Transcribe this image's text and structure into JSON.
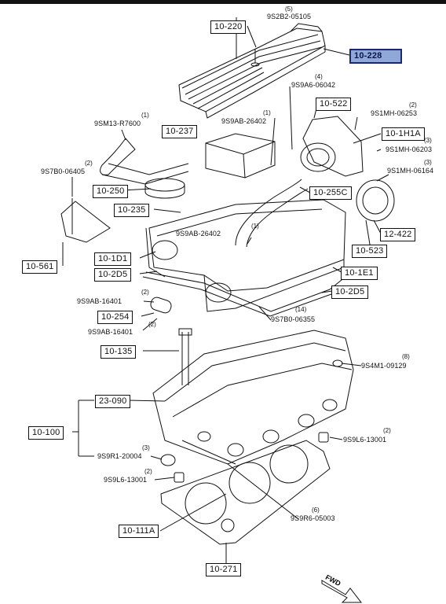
{
  "ref_boxes": [
    {
      "id": "10-220",
      "text": "10-220"
    },
    {
      "id": "10-228",
      "text": "10-228"
    },
    {
      "id": "10-522",
      "text": "10-522"
    },
    {
      "id": "10-1H1A",
      "text": "10-1H1A"
    },
    {
      "id": "10-237",
      "text": "10-237"
    },
    {
      "id": "10-250",
      "text": "10-250"
    },
    {
      "id": "10-255C",
      "text": "10-255C"
    },
    {
      "id": "10-235",
      "text": "10-235"
    },
    {
      "id": "12-422",
      "text": "12-422"
    },
    {
      "id": "10-561",
      "text": "10-561"
    },
    {
      "id": "10-523",
      "text": "10-523"
    },
    {
      "id": "10-1D1",
      "text": "10-1D1"
    },
    {
      "id": "10-2D5a",
      "text": "10-2D5"
    },
    {
      "id": "10-1E1",
      "text": "10-1E1"
    },
    {
      "id": "10-2D5b",
      "text": "10-2D5"
    },
    {
      "id": "10-254",
      "text": "10-254"
    },
    {
      "id": "10-135",
      "text": "10-135"
    },
    {
      "id": "23-090",
      "text": "23-090"
    },
    {
      "id": "10-100",
      "text": "10-100"
    },
    {
      "id": "10-111A",
      "text": "10-111A"
    },
    {
      "id": "10-271",
      "text": "10-271"
    }
  ],
  "part_numbers": [
    {
      "id": "9S2B2-05105",
      "qty": "(5)",
      "text": "9S2B2-05105"
    },
    {
      "id": "9S9A6-06042",
      "qty": "(4)",
      "text": "9S9A6-06042"
    },
    {
      "id": "9S1MH-06253",
      "qty": "(2)",
      "text": "9S1MH-06253"
    },
    {
      "id": "9SM13-R7600",
      "qty": "(1)",
      "text": "9SM13-R7600"
    },
    {
      "id": "9S9AB-26402a",
      "qty": "(1)",
      "text": "9S9AB-26402"
    },
    {
      "id": "9S1MH-06203",
      "qty": "(3)",
      "text": "9S1MH-06203"
    },
    {
      "id": "9S7B0-06405",
      "qty": "(2)",
      "text": "9S7B0-06405"
    },
    {
      "id": "9S1MH-06164",
      "qty": "(3)",
      "text": "9S1MH-06164"
    },
    {
      "id": "9S9AB-26402b",
      "qty": "(1)",
      "text": "9S9AB-26402"
    },
    {
      "id": "9S9AB-16401a",
      "qty": "(2)",
      "text": "9S9AB-16401"
    },
    {
      "id": "9S9AB-16401b",
      "qty": "(2)",
      "text": "9S9AB-16401"
    },
    {
      "id": "9S7B0-06355",
      "qty": "(14)",
      "text": "9S7B0-06355"
    },
    {
      "id": "9S4M1-09129",
      "qty": "(8)",
      "text": "9S4M1-09129"
    },
    {
      "id": "9S9L6-13001a",
      "qty": "(2)",
      "text": "9S9L6-13001"
    },
    {
      "id": "9S9R1-20004",
      "qty": "(3)",
      "text": "9S9R1-20004"
    },
    {
      "id": "9S9L6-13001b",
      "qty": "(2)",
      "text": "9S9L6-13001"
    },
    {
      "id": "9S9R6-05003",
      "qty": "(6)",
      "text": "9S9R6-05003"
    }
  ],
  "direction_label": "FWD",
  "colors": {
    "highlight_fill": "#8fa8d8",
    "highlight_border": "#1b2a6b",
    "line": "#111111"
  }
}
